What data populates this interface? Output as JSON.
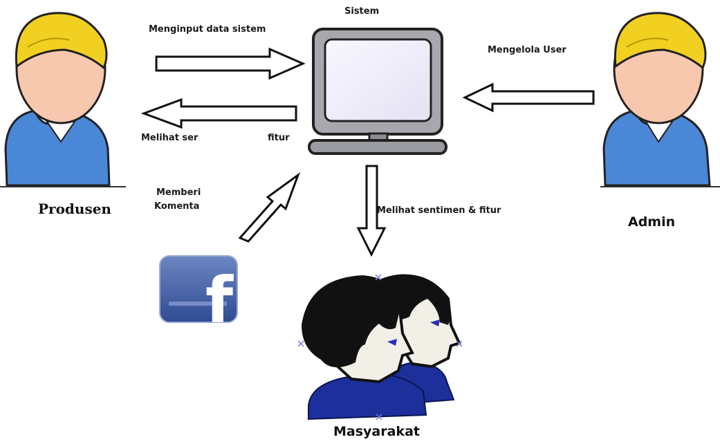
{
  "labels": {
    "system": "Sistem",
    "input_data": "Menginput data sistem",
    "view_left": "Melihat ser",
    "view_right": "fitur",
    "manage_user": "Mengelola User",
    "comment_line1": "Memberi",
    "comment_line2": "Komenta",
    "view_sentiment": "Melihat sentimen & fitur"
  },
  "actors": {
    "producer": "Produsen",
    "admin": "Admin",
    "public": "Masyarakat"
  },
  "icons": {
    "social_letter": "f"
  },
  "colors": {
    "hair": "#f2d021",
    "skin": "#f7c8ae",
    "shirt": "#4a87d6",
    "monitor": "#a6a8ad",
    "facebook": "#3b5998",
    "crowd_shirt": "#1c2f9b"
  }
}
